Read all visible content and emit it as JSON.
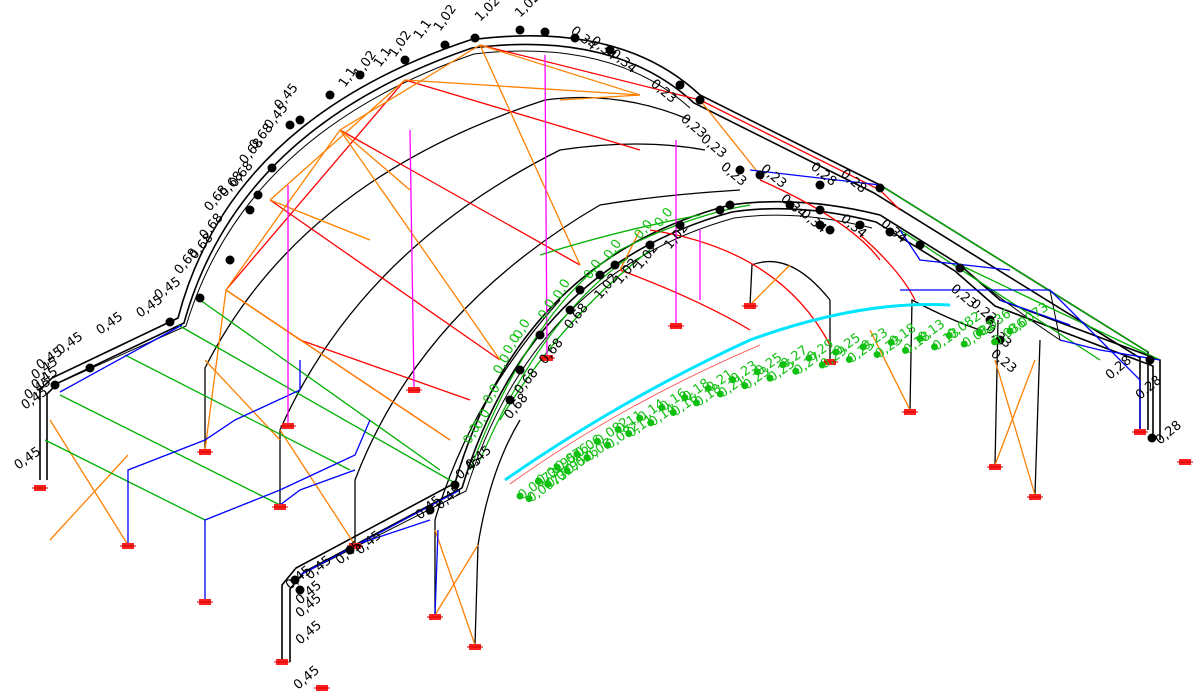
{
  "view": {
    "description_free": true,
    "colors": {
      "frame": "#000000",
      "purlin": "#00b000",
      "bracing": "#ff8000",
      "tie": "#ff0000",
      "hanger": "#ff00ff",
      "eave_beam": "#0000ff",
      "highlight": "#00e5ff",
      "support": "#ff0000",
      "label_black": "#000000",
      "label_green": "#10c010"
    }
  },
  "labels": {
    "back_arch": [
      {
        "text": "0,45",
        "group": "back"
      },
      {
        "text": "0,45",
        "group": "back"
      },
      {
        "text": "0,45",
        "group": "back"
      },
      {
        "text": "0,45",
        "group": "back"
      },
      {
        "text": "0,45",
        "group": "back"
      },
      {
        "text": "0,45",
        "group": "back"
      },
      {
        "text": "0,45",
        "group": "back"
      },
      {
        "text": "0,45",
        "group": "back"
      },
      {
        "text": "0,45",
        "group": "back"
      },
      {
        "text": "0,45",
        "group": "back"
      },
      {
        "text": "0,68",
        "group": "back"
      },
      {
        "text": "0,68",
        "group": "back"
      },
      {
        "text": "0,68",
        "group": "back"
      },
      {
        "text": "0,68",
        "group": "back"
      },
      {
        "text": "0,68",
        "group": "back"
      },
      {
        "text": "0,68",
        "group": "back"
      },
      {
        "text": "0,68",
        "group": "back"
      },
      {
        "text": "0,68",
        "group": "back"
      },
      {
        "text": "0,45",
        "group": "back"
      },
      {
        "text": "0,45",
        "group": "back"
      },
      {
        "text": "1,1",
        "group": "back"
      },
      {
        "text": "1,02",
        "group": "back"
      },
      {
        "text": "1,1",
        "group": "back"
      },
      {
        "text": "1,02",
        "group": "back"
      },
      {
        "text": "1,1",
        "group": "back"
      },
      {
        "text": "1,02",
        "group": "back"
      },
      {
        "text": "1,02",
        "group": "back"
      },
      {
        "text": "1,02",
        "group": "back"
      },
      {
        "text": "0,34",
        "group": "back"
      },
      {
        "text": "0,34",
        "group": "back"
      },
      {
        "text": "0,34",
        "group": "back"
      },
      {
        "text": "0,23",
        "group": "back"
      },
      {
        "text": "0,23",
        "group": "back"
      },
      {
        "text": "0,23",
        "group": "back"
      },
      {
        "text": "0,23",
        "group": "back"
      },
      {
        "text": "0,23",
        "group": "back"
      },
      {
        "text": "0,28",
        "group": "back"
      },
      {
        "text": "0,28",
        "group": "back"
      }
    ],
    "front_arch": [
      {
        "text": "0,45"
      },
      {
        "text": "0,45"
      },
      {
        "text": "0,45"
      },
      {
        "text": "0,45"
      },
      {
        "text": "0,45"
      },
      {
        "text": "0,45"
      },
      {
        "text": "0,45"
      },
      {
        "text": "0,45"
      },
      {
        "text": "0,45"
      },
      {
        "text": "0,45"
      },
      {
        "text": "0,45"
      },
      {
        "text": "0,45"
      },
      {
        "text": "0,68"
      },
      {
        "text": "0,68"
      },
      {
        "text": "0,68"
      },
      {
        "text": "0,68"
      },
      {
        "text": "1,02"
      },
      {
        "text": "1,02"
      },
      {
        "text": "1,02"
      },
      {
        "text": "1,02"
      },
      {
        "text": "0,34"
      },
      {
        "text": "0,34"
      },
      {
        "text": "0,34"
      },
      {
        "text": "0,34"
      },
      {
        "text": "0,23"
      },
      {
        "text": "0,23"
      },
      {
        "text": "0,23"
      },
      {
        "text": "0,23"
      },
      {
        "text": "0,28"
      },
      {
        "text": "0,28"
      },
      {
        "text": "0,28"
      }
    ],
    "green_arch": [
      {
        "text": "0,0073"
      },
      {
        "text": "0,0073"
      },
      {
        "text": "0,0195"
      },
      {
        "text": "0,0195"
      },
      {
        "text": "0,036"
      },
      {
        "text": "0,036"
      },
      {
        "text": "0,06"
      },
      {
        "text": "0,06"
      },
      {
        "text": "0,082"
      },
      {
        "text": "0,082"
      },
      {
        "text": "0,11"
      },
      {
        "text": "0,11"
      },
      {
        "text": "0,14"
      },
      {
        "text": "0,14"
      },
      {
        "text": "0,16"
      },
      {
        "text": "0,16"
      },
      {
        "text": "0,18"
      },
      {
        "text": "0,18"
      },
      {
        "text": "0,21"
      },
      {
        "text": "0,21"
      },
      {
        "text": "0,23"
      },
      {
        "text": "0,23"
      },
      {
        "text": "0,25"
      },
      {
        "text": "0,25"
      },
      {
        "text": "0,27"
      },
      {
        "text": "0,27"
      },
      {
        "text": "0,29"
      },
      {
        "text": "0,29"
      },
      {
        "text": "0,25"
      },
      {
        "text": "0,25"
      },
      {
        "text": "0,23"
      },
      {
        "text": "0,23"
      },
      {
        "text": "0,18"
      },
      {
        "text": "0,18"
      },
      {
        "text": "0,13"
      },
      {
        "text": "0,13"
      },
      {
        "text": "0,082"
      },
      {
        "text": "0,082"
      },
      {
        "text": "0,036"
      },
      {
        "text": "0,036"
      },
      {
        "text": "0,0073"
      }
    ],
    "green_front_arch": [
      {
        "text": "0,0"
      },
      {
        "text": "0,0"
      },
      {
        "text": "0,0"
      },
      {
        "text": "0,0"
      },
      {
        "text": "0,0"
      },
      {
        "text": "0,0"
      },
      {
        "text": "0,0"
      },
      {
        "text": "0,0"
      },
      {
        "text": "0,0"
      },
      {
        "text": "0,0"
      },
      {
        "text": "0,0"
      },
      {
        "text": "0,0"
      }
    ]
  }
}
